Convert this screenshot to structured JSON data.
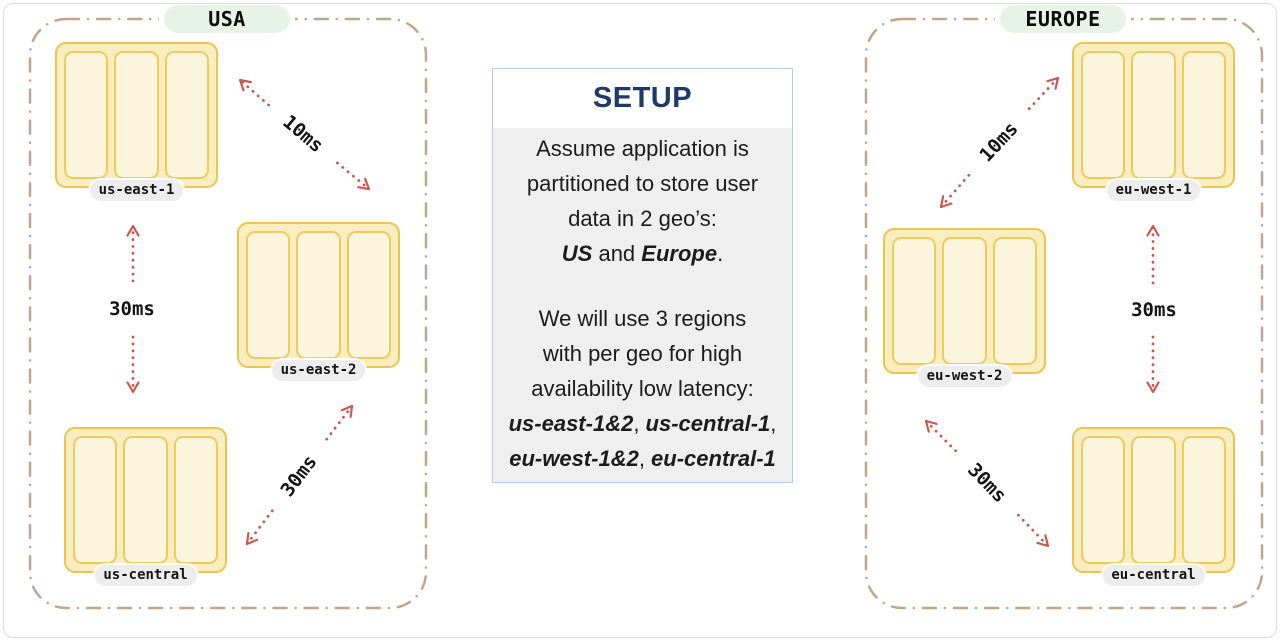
{
  "colors": {
    "region_border": "#c2a68b",
    "arrow": "#c95a50",
    "rack_border": "#edc44f",
    "rack_fill": "#faedc0",
    "slot_border": "#efcb5c",
    "slot_fill": "#fcf5dd",
    "geo_pill_bg": "#e8f3e8",
    "rack_label_bg": "#ededed",
    "setup_border": "#b6cce6",
    "setup_title": "#1e3a6a",
    "setup_body_bg": "#efefef"
  },
  "regions": [
    {
      "label": "USA",
      "racks": [
        {
          "label": "us-east-1"
        },
        {
          "label": "us-east-2"
        },
        {
          "label": "us-central"
        }
      ],
      "latencies": [
        {
          "label": "10ms"
        },
        {
          "label": "30ms"
        },
        {
          "label": "30ms"
        }
      ]
    },
    {
      "label": "EUROPE",
      "racks": [
        {
          "label": "eu-west-1"
        },
        {
          "label": "eu-west-2"
        },
        {
          "label": "eu-central"
        }
      ],
      "latencies": [
        {
          "label": "10ms"
        },
        {
          "label": "30ms"
        },
        {
          "label": "30ms"
        }
      ]
    }
  ],
  "setup": {
    "title": "SETUP",
    "para1": [
      [
        {
          "t": "Assume application is"
        }
      ],
      [
        {
          "t": "partitioned to store user"
        }
      ],
      [
        {
          "t": "data in 2 geo’s:"
        }
      ],
      [
        {
          "t": "US",
          "b": true
        },
        {
          "t": " and "
        },
        {
          "t": "Europe",
          "b": true
        },
        {
          "t": "."
        }
      ]
    ],
    "para2": [
      [
        {
          "t": "We will use 3 regions"
        }
      ],
      [
        {
          "t": "with per geo for high"
        }
      ],
      [
        {
          "t": "availability low latency:"
        }
      ],
      [
        {
          "t": "us-east-1&2",
          "b": true
        },
        {
          "t": ", "
        },
        {
          "t": "us-central-1",
          "b": true
        },
        {
          "t": ","
        }
      ],
      [
        {
          "t": "eu-west-1&2",
          "b": true
        },
        {
          "t": ", "
        },
        {
          "t": "eu-central-1",
          "b": true
        }
      ]
    ]
  }
}
